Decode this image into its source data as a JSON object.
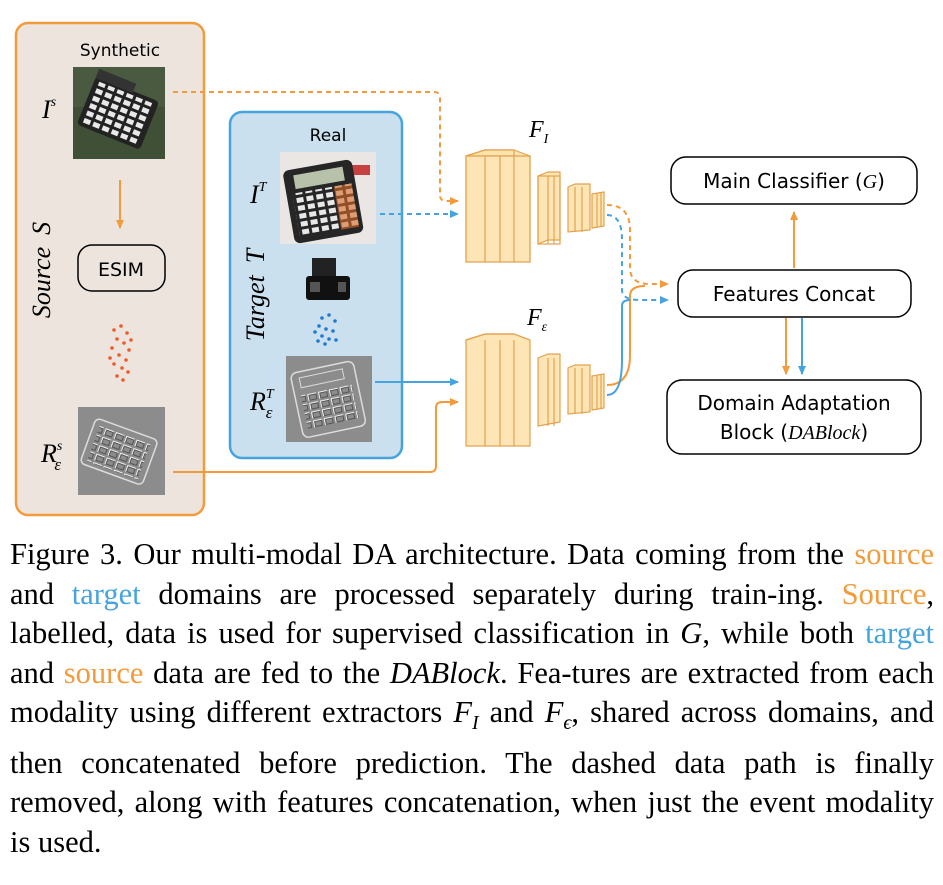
{
  "figure": {
    "source_panel": {
      "title": "Source",
      "symbol": "S",
      "header": "Synthetic",
      "image_label": "I",
      "image_label_sup": "s",
      "esim_label": "ESIM",
      "event_label": "R",
      "event_label_sub": "ε",
      "event_label_sup": "s"
    },
    "target_panel": {
      "title": "Target",
      "symbol": "T",
      "header": "Real",
      "image_label": "I",
      "image_label_sup": "T",
      "event_label": "R",
      "event_label_sub": "ε",
      "event_label_sup": "T"
    },
    "extractors": {
      "image": {
        "label": "F",
        "sub": "I"
      },
      "event": {
        "label": "F",
        "sub": "ε"
      }
    },
    "blocks": {
      "main_classifier": {
        "text": "Main Classifier (",
        "symbol": "G",
        "close": ")"
      },
      "features_concat": {
        "text": "Features Concat"
      },
      "dablock": {
        "line1": "Domain Adaptation",
        "line2_pre": "Block (",
        "symbol": "DABlock",
        "line2_post": ")"
      }
    },
    "colors": {
      "source": "#f39a3b",
      "target": "#45a3de",
      "target_fill": "#cbe0ee",
      "source_fill": "#ede4dd",
      "cube": "#fde5b5"
    },
    "icons": [
      "calculator-synthetic-image",
      "calculator-real-image",
      "event-camera-icon",
      "event-edge-image-synthetic",
      "event-edge-image-real"
    ]
  },
  "caption": {
    "fig_label": "Figure 3.",
    "t1": " Our multi-modal DA architecture. Data coming from the ",
    "source1": "source",
    "t2": " and ",
    "target1": "target",
    "t3": " domains are processed separately during train-ing. ",
    "source2": "Source",
    "t4": ", labelled, data is used for supervised classification in ",
    "g": "G",
    "t5": ", while both ",
    "target2": "target",
    "t6": " and ",
    "source3": "source",
    "t7": " data are fed to the ",
    "dablock": "DABlock",
    "t8": ". Fea-tures are extracted from each modality using different extractors ",
    "fi": "F",
    "fi_sub": "I",
    "t9": " and ",
    "fe": "F",
    "fe_sub": "ϵ",
    "t10": ", shared across domains, and then concatenated before prediction.  The dashed data path is finally removed, along with features concatenation, when just the event modality is used."
  }
}
